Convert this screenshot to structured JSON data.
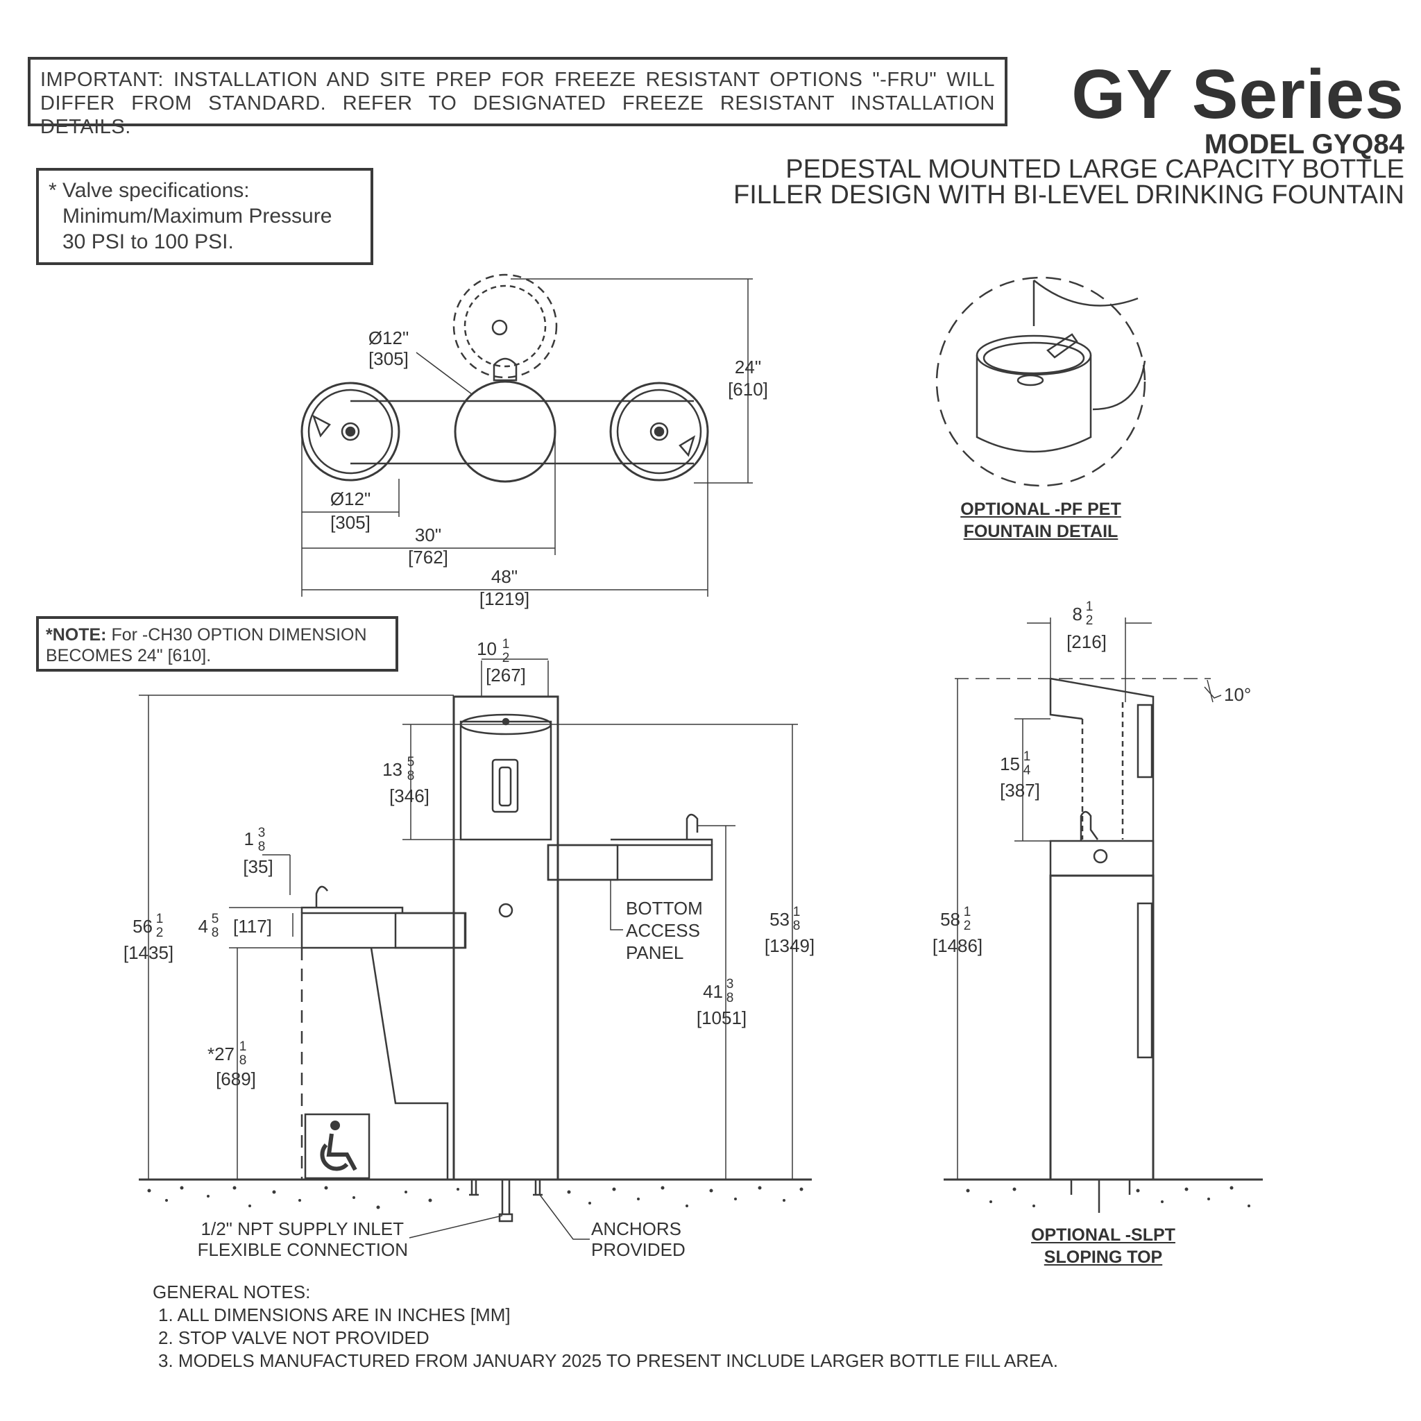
{
  "header": {
    "important": "IMPORTANT: INSTALLATION AND SITE PREP FOR FREEZE RESISTANT OPTIONS \"-FRU\" WILL DIFFER FROM STANDARD. REFER TO DESIGNATED FREEZE RESISTANT INSTALLATION DETAILS.",
    "brand": "GY Series",
    "model": "MODEL GYQ84",
    "desc1": "PEDESTAL MOUNTED LARGE CAPACITY BOTTLE",
    "desc2": "FILLER DESIGN WITH BI-LEVEL DRINKING FOUNTAIN"
  },
  "valve_box": {
    "line1": "* Valve specifications:",
    "line2": "Minimum/Maximum Pressure",
    "line3": "30 PSI to 100 PSI."
  },
  "note_box": {
    "bold": "*NOTE:",
    "text1": " For -CH30 OPTION DIMENSION",
    "text2": "BECOMES 24\" [610]."
  },
  "top_view": {
    "dia_top": "Ø12\"",
    "dia_top_mm": "[305]",
    "depth": "24\"",
    "depth_mm": "[610]",
    "dia_bottom": "Ø12\"",
    "dia_bottom_mm": "[305]",
    "w30": "30\"",
    "w30_mm": "[762]",
    "w48": "48\"",
    "w48_mm": "[1219]"
  },
  "pet_detail": {
    "line1": "OPTIONAL -PF PET",
    "line2": "FOUNTAIN DETAIL"
  },
  "front_view": {
    "top_width_whole": "10",
    "top_width_num": "1",
    "top_width_den": "2",
    "top_width_mm": "[267]",
    "fill_h_whole": "13",
    "fill_h_num": "5",
    "fill_h_den": "8",
    "fill_h_mm": "[346]",
    "spout_whole": "1",
    "spout_num": "3",
    "spout_den": "8",
    "spout_mm": "[35]",
    "bowl_whole": "4",
    "bowl_num": "5",
    "bowl_den": "8",
    "bowl_mm": "[117]",
    "total_whole": "56",
    "total_num": "1",
    "total_den": "2",
    "total_mm": "[1435]",
    "low_whole": "*27",
    "low_num": "1",
    "low_den": "8",
    "low_mm": "[689]",
    "h53_whole": "53",
    "h53_num": "1",
    "h53_den": "8",
    "h53_mm": "[1349]",
    "h41_whole": "41",
    "h41_num": "3",
    "h41_den": "8",
    "h41_mm": "[1051]",
    "panel1": "BOTTOM",
    "panel2": "ACCESS",
    "panel3": "PANEL",
    "inlet1": "1/2\" NPT SUPPLY INLET",
    "inlet2": "FLEXIBLE CONNECTION",
    "anchor1": "ANCHORS",
    "anchor2": "PROVIDED"
  },
  "side_view": {
    "w_whole": "8",
    "w_num": "1",
    "w_den": "2",
    "w_mm": "[216]",
    "angle": "10°",
    "h15_whole": "15",
    "h15_num": "1",
    "h15_den": "4",
    "h15_mm": "[387]",
    "h58_whole": "58",
    "h58_num": "1",
    "h58_den": "2",
    "h58_mm": "[1486]",
    "caption1": "OPTIONAL -SLPT",
    "caption2": "SLOPING TOP"
  },
  "general_notes": {
    "title": "GENERAL NOTES:",
    "n1": "1. ALL DIMENSIONS ARE IN INCHES [MM]",
    "n2": "2. STOP VALVE NOT PROVIDED",
    "n3": "3. MODELS MANUFACTURED FROM JANUARY 2025 TO PRESENT INCLUDE LARGER BOTTLE FILL AREA."
  }
}
